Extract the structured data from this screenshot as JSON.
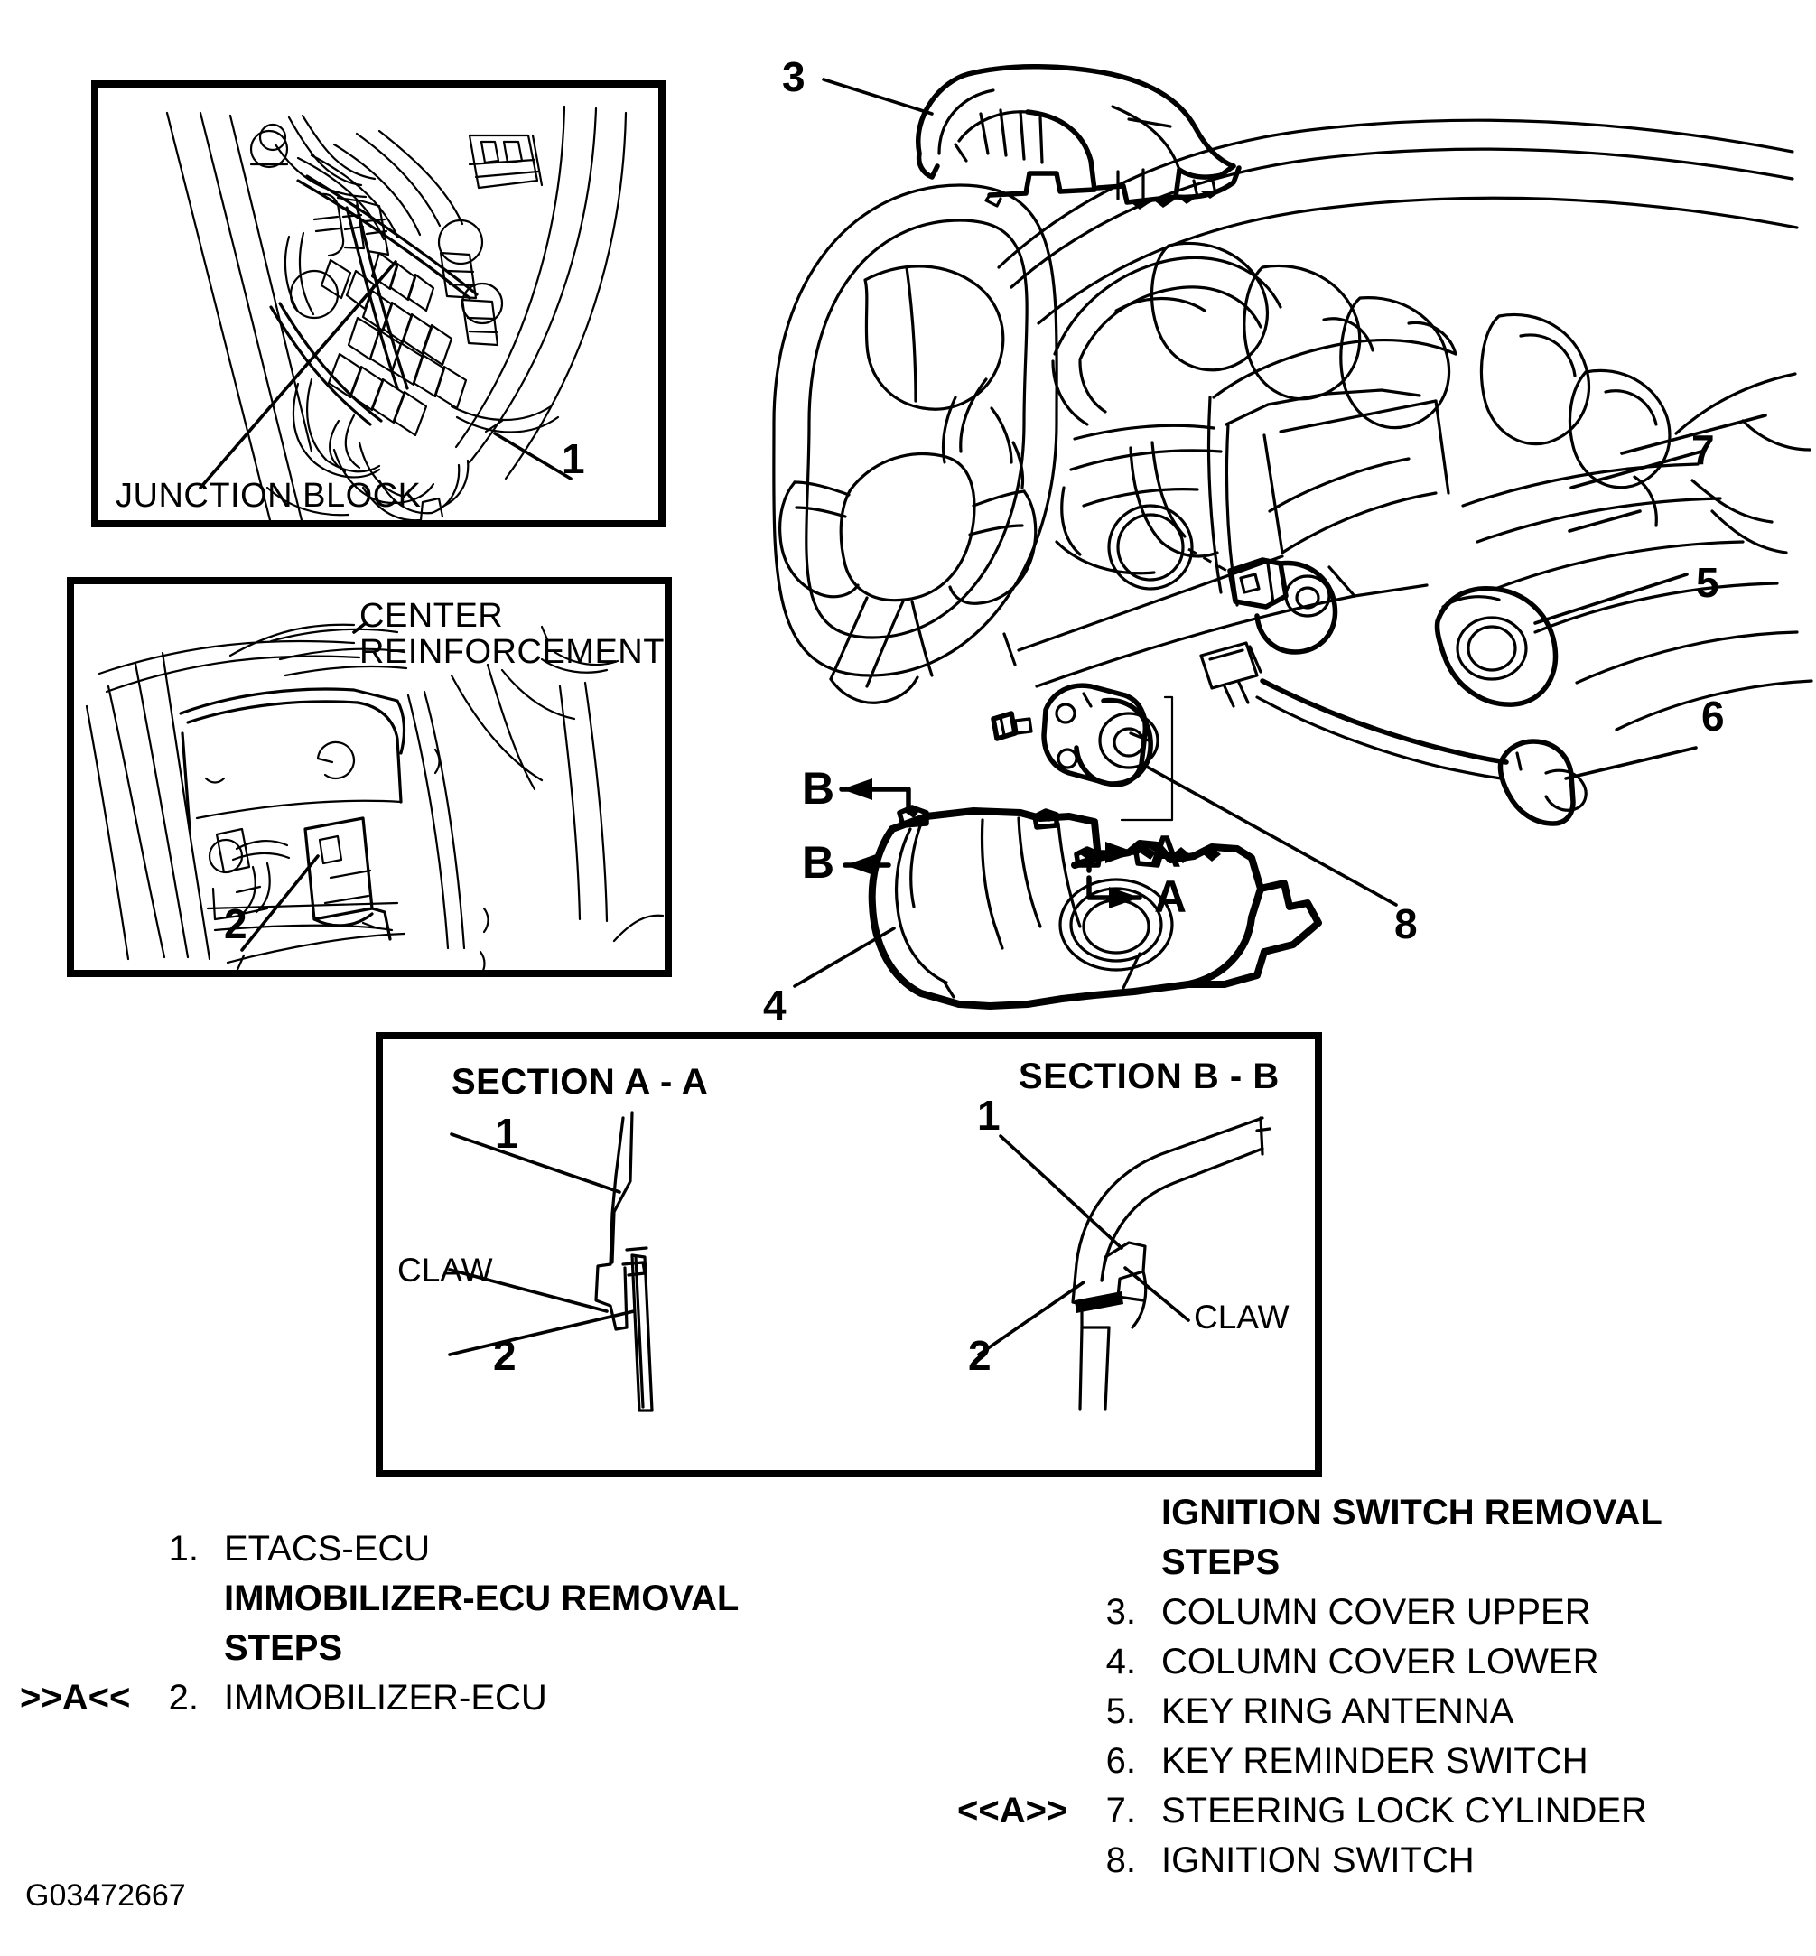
{
  "figure": {
    "id_code": "G03472667",
    "domain_kind": "automotive-service-manual-exploded-diagram"
  },
  "insets": {
    "junction_block": {
      "caption": "JUNCTION BLOCK",
      "callout": "1"
    },
    "center_reinforcement": {
      "caption_line1": "CENTER",
      "caption_line2": "REINFORCEMENT",
      "callout": "2"
    }
  },
  "main_view": {
    "callouts": [
      "3",
      "7",
      "5",
      "6",
      "8",
      "4"
    ],
    "section_markers": {
      "b_upper": "B",
      "b_lower": "B",
      "a_upper": "A",
      "a_lower": "A"
    }
  },
  "section_panel": {
    "section_a": {
      "title": "SECTION A - A",
      "callout_1": "1",
      "callout_2": "2",
      "claw_label": "CLAW"
    },
    "section_b": {
      "title": "SECTION B - B",
      "callout_1": "1",
      "callout_2": "2",
      "claw_label": "CLAW"
    }
  },
  "legend": {
    "left": {
      "item1": {
        "number": "1.",
        "label": "ETACS-ECU",
        "marker": ""
      },
      "heading_line1": "IMMOBILIZER-ECU REMOVAL",
      "heading_line2": "STEPS",
      "item2": {
        "number": "2.",
        "label": "IMMOBILIZER-ECU",
        "marker": ">>A<<"
      }
    },
    "right": {
      "heading_line1": "IGNITION SWITCH REMOVAL",
      "heading_line2": "STEPS",
      "items": [
        {
          "number": "3.",
          "label": "COLUMN COVER UPPER",
          "marker": ""
        },
        {
          "number": "4.",
          "label": "COLUMN COVER LOWER",
          "marker": ""
        },
        {
          "number": "5.",
          "label": "KEY RING ANTENNA",
          "marker": ""
        },
        {
          "number": "6.",
          "label": "KEY REMINDER SWITCH",
          "marker": ""
        },
        {
          "number": "7.",
          "label": "STEERING LOCK CYLINDER",
          "marker": "<<A>>"
        },
        {
          "number": "8.",
          "label": "IGNITION SWITCH",
          "marker": ""
        }
      ]
    }
  },
  "colors": {
    "ink": "#000000",
    "paper": "#ffffff"
  }
}
